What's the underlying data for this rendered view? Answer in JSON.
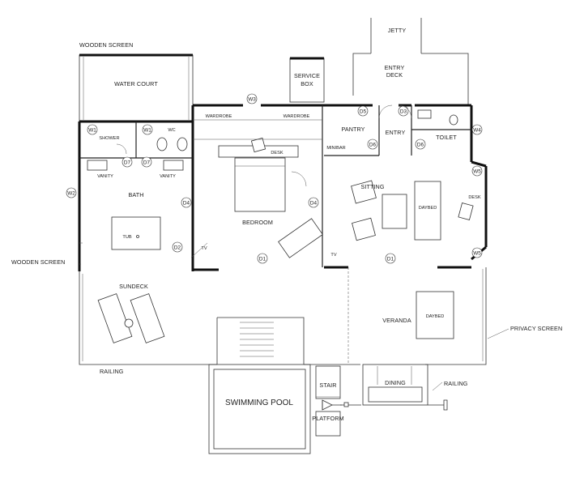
{
  "labels": {
    "jetty": "JETTY",
    "entry_deck_1": "ENTRY",
    "entry_deck_2": "DECK",
    "service_box_1": "SERVICE",
    "service_box_2": "BOX",
    "wooden_screen_top": "WOODEN SCREEN",
    "wooden_screen_left": "WOODEN SCREEN",
    "water_court": "WATER COURT",
    "wardrobe_left": "WARDROBE",
    "wardrobe_right": "WARDROBE",
    "shower": "SHOWER",
    "wc": "WC",
    "vanity_left": "VANITY",
    "vanity_right": "VANITY",
    "bath": "BATH",
    "tub": "TUB",
    "desk_bedroom": "DESK",
    "bedroom": "BEDROOM",
    "tv_bedroom": "TV",
    "tv_sitting": "TV",
    "pantry": "PANTRY",
    "minibar": "MINIBAR",
    "entry": "ENTRY",
    "toilet": "TOILET",
    "sitting": "SITTING",
    "daybed_sitting": "DAYBED",
    "desk_sitting": "DESK",
    "sundeck": "SUNDECK",
    "veranda": "VERANDA",
    "daybed_veranda": "DAYBED",
    "privacy_screen": "PRIVACY SCREEN",
    "railing_left": "RAILING",
    "railing_right": "RAILING",
    "swimming_pool": "SWIMMING POOL",
    "stair": "STAIR",
    "dining": "DINING",
    "platform": "PLATFORM"
  },
  "tags": {
    "w1_left": "W1",
    "w1_right": "W1",
    "w2": "W2",
    "w3": "W3",
    "w4": "W4",
    "w5_top": "W5",
    "w5_bottom": "W5",
    "d1_left": "D1",
    "d1_right": "D1",
    "d2": "D2",
    "d3": "D3",
    "d4_left": "D4",
    "d4_right": "D4",
    "d5": "D5",
    "d6_left": "D6",
    "d6_right": "D6",
    "d7_left": "D7",
    "d7_right": "D7"
  }
}
